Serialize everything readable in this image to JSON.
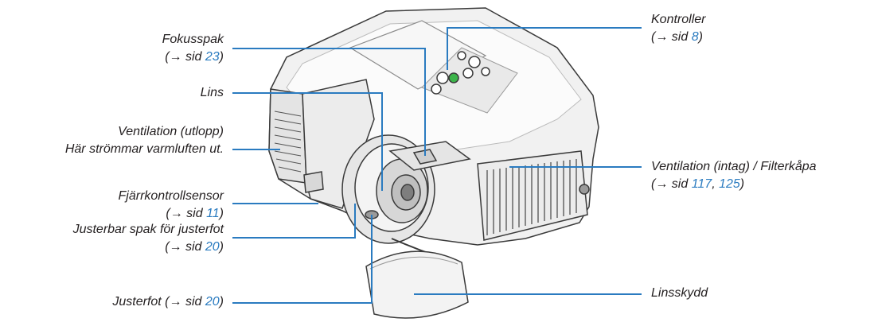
{
  "arrow": "→",
  "sid": "sid",
  "colors": {
    "leader": "#2a7bc0",
    "text": "#231f20",
    "link": "#2a7bc0"
  },
  "labels": {
    "fokusspak": {
      "name": "Fokusspak",
      "pages": [
        "23"
      ]
    },
    "lins": {
      "name": "Lins"
    },
    "ventilation_utlopp": {
      "name": "Ventilation (utlopp)",
      "desc": "Här strömmar varmluften ut."
    },
    "fjarrkontrollsensor": {
      "name": "Fjärrkontrollsensor",
      "pages": [
        "11"
      ]
    },
    "justerbar_spak": {
      "name": "Justerbar spak för justerfot",
      "pages": [
        "20"
      ]
    },
    "justerfot": {
      "name": "Justerfot",
      "pages": [
        "20"
      ]
    },
    "kontroller": {
      "name": "Kontroller",
      "pages": [
        "8"
      ]
    },
    "ventilation_intag": {
      "name": "Ventilation (intag) / Filterkåpa",
      "pages": [
        "117",
        "125"
      ]
    },
    "linsskydd": {
      "name": "Linsskydd"
    }
  }
}
